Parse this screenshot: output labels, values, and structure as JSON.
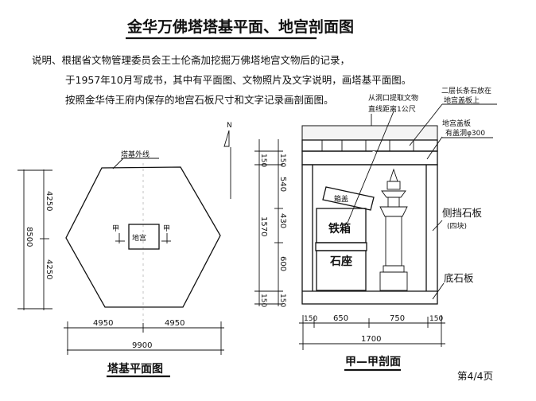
{
  "title": "金华万佛塔塔基平面、地宫剖面图",
  "notes": [
    "说明、根据省文物管理委员会王士伦斋加挖掘万佛塔地宫文物后的记录，",
    "于1957年10月写成书，其中有平面图、文物照片及文字说明，画塔基平面图。",
    "按照金华侍王府内保存的地宫石板尺寸和文字记录画剖面图。"
  ],
  "plan": {
    "caption": "塔基平面图",
    "outline_label": "塔基外线",
    "center_label": "地宫",
    "section_marks": [
      "甲",
      "甲"
    ],
    "north": "N",
    "dims_vertical": {
      "total": "8500",
      "upper": "4250",
      "lower": "4250"
    },
    "dims_horizontal": {
      "left": "4950",
      "right": "4950",
      "total": "9900"
    }
  },
  "section": {
    "caption": "甲—甲剖面",
    "labels": {
      "extract": [
        "从洞口提取文物",
        "直线距离1公尺"
      ],
      "top_stone": [
        "二层长条石放在",
        "地宫盖板上"
      ],
      "cover_slab": [
        "地宫盖板",
        "有盖洞φ300"
      ],
      "side_slab": [
        "侧挡石板",
        "(四块)"
      ],
      "bottom_slab": "底石板",
      "iron_box": "铁箱",
      "stone_base": "石座",
      "lid": "箱盖"
    },
    "dims_vertical": {
      "total": "1570",
      "parts": [
        "150",
        "540",
        "430",
        "600",
        "150"
      ],
      "outer_parts": [
        "150",
        "150"
      ]
    },
    "dims_horizontal": {
      "parts": [
        "150",
        "650",
        "750",
        "150"
      ],
      "total": "1700"
    }
  },
  "page_number": "第4/4页"
}
